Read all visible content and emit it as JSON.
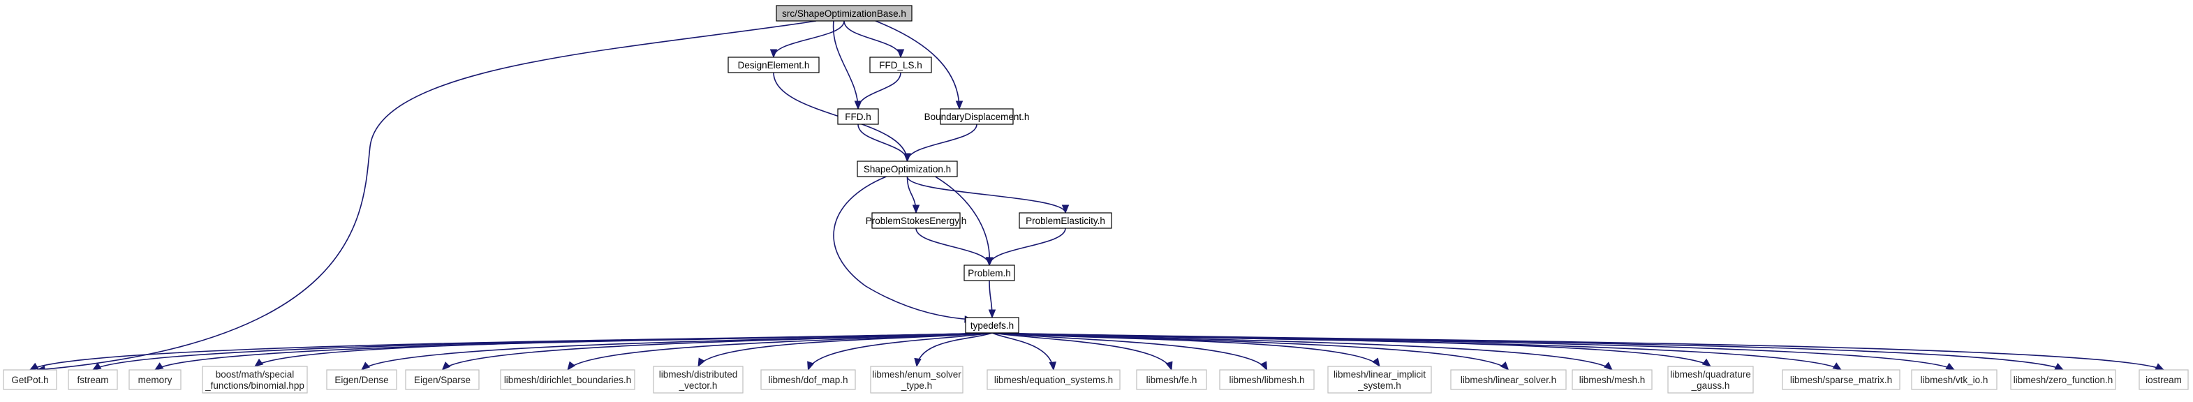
{
  "colors": {
    "edge": "#191970",
    "root_fill": "#bfbfbf",
    "node_fill": "#ffffff",
    "node_border": "#000000",
    "ext_border": "#bfbfbf"
  },
  "nodes": [
    {
      "id": "root",
      "lines": [
        "src/ShapeOptimizationBase.h"
      ],
      "kind": "root"
    },
    {
      "id": "design",
      "lines": [
        "DesignElement.h"
      ],
      "kind": "internal"
    },
    {
      "id": "ffdls",
      "lines": [
        "FFD_LS.h"
      ],
      "kind": "internal"
    },
    {
      "id": "ffd",
      "lines": [
        "FFD.h"
      ],
      "kind": "internal"
    },
    {
      "id": "bdisp",
      "lines": [
        "BoundaryDisplacement.h"
      ],
      "kind": "internal"
    },
    {
      "id": "shapeopt",
      "lines": [
        "ShapeOptimization.h"
      ],
      "kind": "internal"
    },
    {
      "id": "stokes",
      "lines": [
        "ProblemStokesEnergy.h"
      ],
      "kind": "internal"
    },
    {
      "id": "elast",
      "lines": [
        "ProblemElasticity.h"
      ],
      "kind": "internal"
    },
    {
      "id": "problem",
      "lines": [
        "Problem.h"
      ],
      "kind": "internal"
    },
    {
      "id": "typedefs",
      "lines": [
        "typedefs.h"
      ],
      "kind": "internal"
    },
    {
      "id": "getpot",
      "lines": [
        "GetPot.h"
      ],
      "kind": "external"
    },
    {
      "id": "fstream",
      "lines": [
        "fstream"
      ],
      "kind": "external"
    },
    {
      "id": "memory",
      "lines": [
        "memory"
      ],
      "kind": "external"
    },
    {
      "id": "binomial",
      "lines": [
        "boost/math/special",
        "_functions/binomial.hpp"
      ],
      "kind": "external"
    },
    {
      "id": "eigdense",
      "lines": [
        "Eigen/Dense"
      ],
      "kind": "external"
    },
    {
      "id": "eigsparse",
      "lines": [
        "Eigen/Sparse"
      ],
      "kind": "external"
    },
    {
      "id": "dirichlet",
      "lines": [
        "libmesh/dirichlet_boundaries.h"
      ],
      "kind": "external"
    },
    {
      "id": "distvec",
      "lines": [
        "libmesh/distributed",
        "_vector.h"
      ],
      "kind": "external"
    },
    {
      "id": "dofmap",
      "lines": [
        "libmesh/dof_map.h"
      ],
      "kind": "external"
    },
    {
      "id": "enumsolver",
      "lines": [
        "libmesh/enum_solver",
        "_type.h"
      ],
      "kind": "external"
    },
    {
      "id": "eqsys",
      "lines": [
        "libmesh/equation_systems.h"
      ],
      "kind": "external"
    },
    {
      "id": "fe",
      "lines": [
        "libmesh/fe.h"
      ],
      "kind": "external"
    },
    {
      "id": "libmesh",
      "lines": [
        "libmesh/libmesh.h"
      ],
      "kind": "external"
    },
    {
      "id": "linimp",
      "lines": [
        "libmesh/linear_implicit",
        "_system.h"
      ],
      "kind": "external"
    },
    {
      "id": "linsolver",
      "lines": [
        "libmesh/linear_solver.h"
      ],
      "kind": "external"
    },
    {
      "id": "mesh",
      "lines": [
        "libmesh/mesh.h"
      ],
      "kind": "external"
    },
    {
      "id": "quad",
      "lines": [
        "libmesh/quadrature",
        "_gauss.h"
      ],
      "kind": "external"
    },
    {
      "id": "sparse",
      "lines": [
        "libmesh/sparse_matrix.h"
      ],
      "kind": "external"
    },
    {
      "id": "vtk",
      "lines": [
        "libmesh/vtk_io.h"
      ],
      "kind": "external"
    },
    {
      "id": "zerofn",
      "lines": [
        "libmesh/zero_function.h"
      ],
      "kind": "external"
    },
    {
      "id": "iostream",
      "lines": [
        "iostream"
      ],
      "kind": "external"
    }
  ],
  "edges": [
    [
      "root",
      "design"
    ],
    [
      "root",
      "ffdls"
    ],
    [
      "root",
      "ffd"
    ],
    [
      "root",
      "bdisp"
    ],
    [
      "root",
      "getpot"
    ],
    [
      "design",
      "shapeopt"
    ],
    [
      "ffdls",
      "ffd"
    ],
    [
      "ffd",
      "shapeopt"
    ],
    [
      "bdisp",
      "shapeopt"
    ],
    [
      "shapeopt",
      "stokes"
    ],
    [
      "shapeopt",
      "elast"
    ],
    [
      "shapeopt",
      "problem"
    ],
    [
      "shapeopt",
      "typedefs"
    ],
    [
      "stokes",
      "problem"
    ],
    [
      "elast",
      "problem"
    ],
    [
      "problem",
      "typedefs"
    ],
    [
      "typedefs",
      "getpot"
    ],
    [
      "typedefs",
      "fstream"
    ],
    [
      "typedefs",
      "memory"
    ],
    [
      "typedefs",
      "binomial"
    ],
    [
      "typedefs",
      "eigdense"
    ],
    [
      "typedefs",
      "eigsparse"
    ],
    [
      "typedefs",
      "dirichlet"
    ],
    [
      "typedefs",
      "distvec"
    ],
    [
      "typedefs",
      "dofmap"
    ],
    [
      "typedefs",
      "enumsolver"
    ],
    [
      "typedefs",
      "eqsys"
    ],
    [
      "typedefs",
      "fe"
    ],
    [
      "typedefs",
      "libmesh"
    ],
    [
      "typedefs",
      "linimp"
    ],
    [
      "typedefs",
      "linsolver"
    ],
    [
      "typedefs",
      "mesh"
    ],
    [
      "typedefs",
      "quad"
    ],
    [
      "typedefs",
      "sparse"
    ],
    [
      "typedefs",
      "vtk"
    ],
    [
      "typedefs",
      "zerofn"
    ],
    [
      "typedefs",
      "iostream"
    ]
  ]
}
